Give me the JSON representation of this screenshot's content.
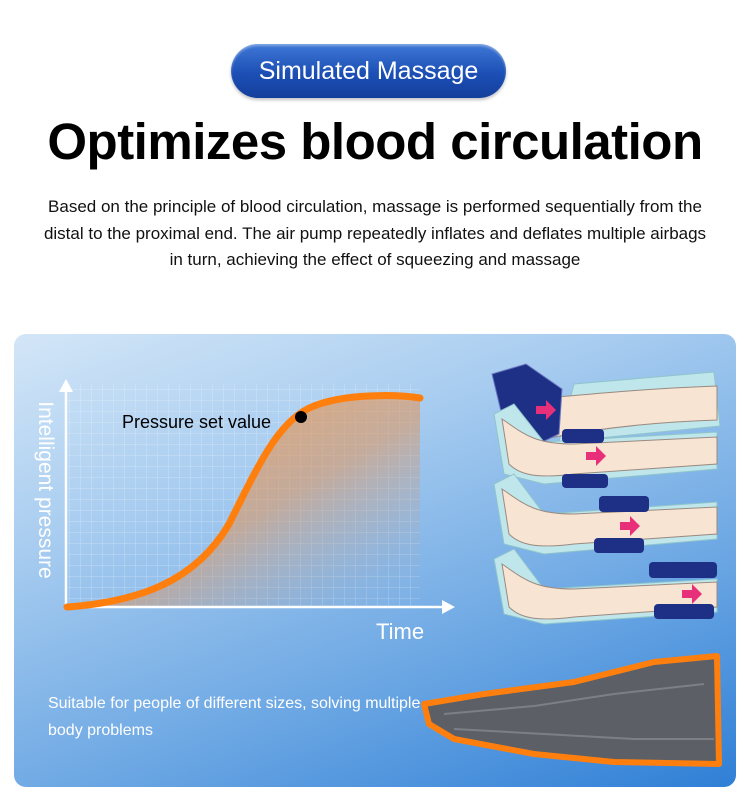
{
  "badge": {
    "label": "Simulated Massage"
  },
  "headline": "Optimizes blood circulation",
  "description": "Based on the principle of blood circulation, massage is performed sequentially from the distal to the proximal end. The air pump repeatedly inflates and deflates multiple airbags in turn, achieving the effect of squeezing and massage",
  "chart": {
    "y_axis_label": "Intelligent pressure",
    "x_axis_label": "Time",
    "annotation": "Pressure set value"
  },
  "suitable_text": "Suitable for people of different sizes, solving multiple body problems",
  "colors": {
    "curve": "#ff7f0e",
    "badge": "#1c4fb5",
    "airbag": "#1e2f86",
    "arrow": "#e8307a"
  }
}
